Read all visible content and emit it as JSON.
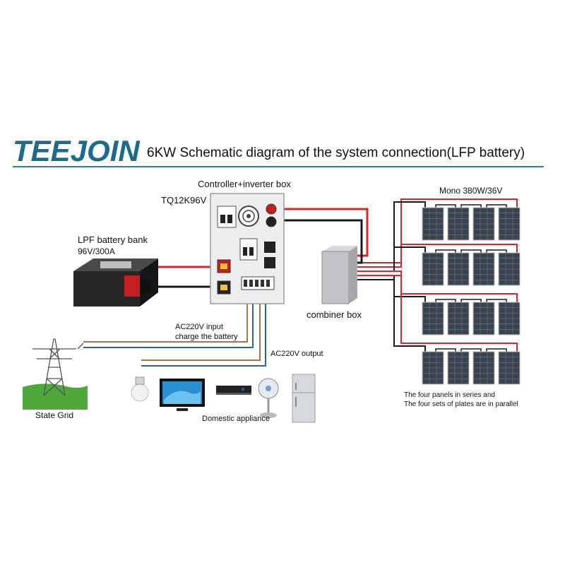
{
  "header": {
    "logo_text": "TEEJOIN",
    "title": "6KW Schematic diagram of the system connection(LFP battery)"
  },
  "colors": {
    "brand": "#1a6b8c",
    "rule": "#2a7fd0",
    "positive": "#d6282c",
    "negative": "#1a1a1a",
    "ac_line": "#a0764a",
    "ac_neutral": "#2e62a6",
    "controller": "#ecedef",
    "combiner": "#c2c3c6",
    "panel": "#3a4450",
    "grass": "#4fa83a"
  },
  "labels": {
    "controller_title": "Controller+inverter box",
    "controller_model": "TQ12K96V",
    "battery_title": "LPF battery bank",
    "battery_spec": "96V/300A",
    "panels_title": "Mono 380W/36V",
    "combiner": "combiner box",
    "ac_input_line1": "AC220V input",
    "ac_input_line2": "charge the battery",
    "ac_output": "AC220V output",
    "grid": "State Grid",
    "appliances": "Domestic appliance",
    "panel_note_line1": "The four panels in series and",
    "panel_note_line2": "The four sets of plates are in parallel"
  },
  "components": {
    "panel_rows": 4,
    "panels_per_row": 4,
    "appliances": [
      "bulb-icon",
      "tv-icon",
      "dvd-player-icon",
      "fan-icon",
      "refrigerator-icon"
    ],
    "grid_icon": "power-tower-icon"
  }
}
